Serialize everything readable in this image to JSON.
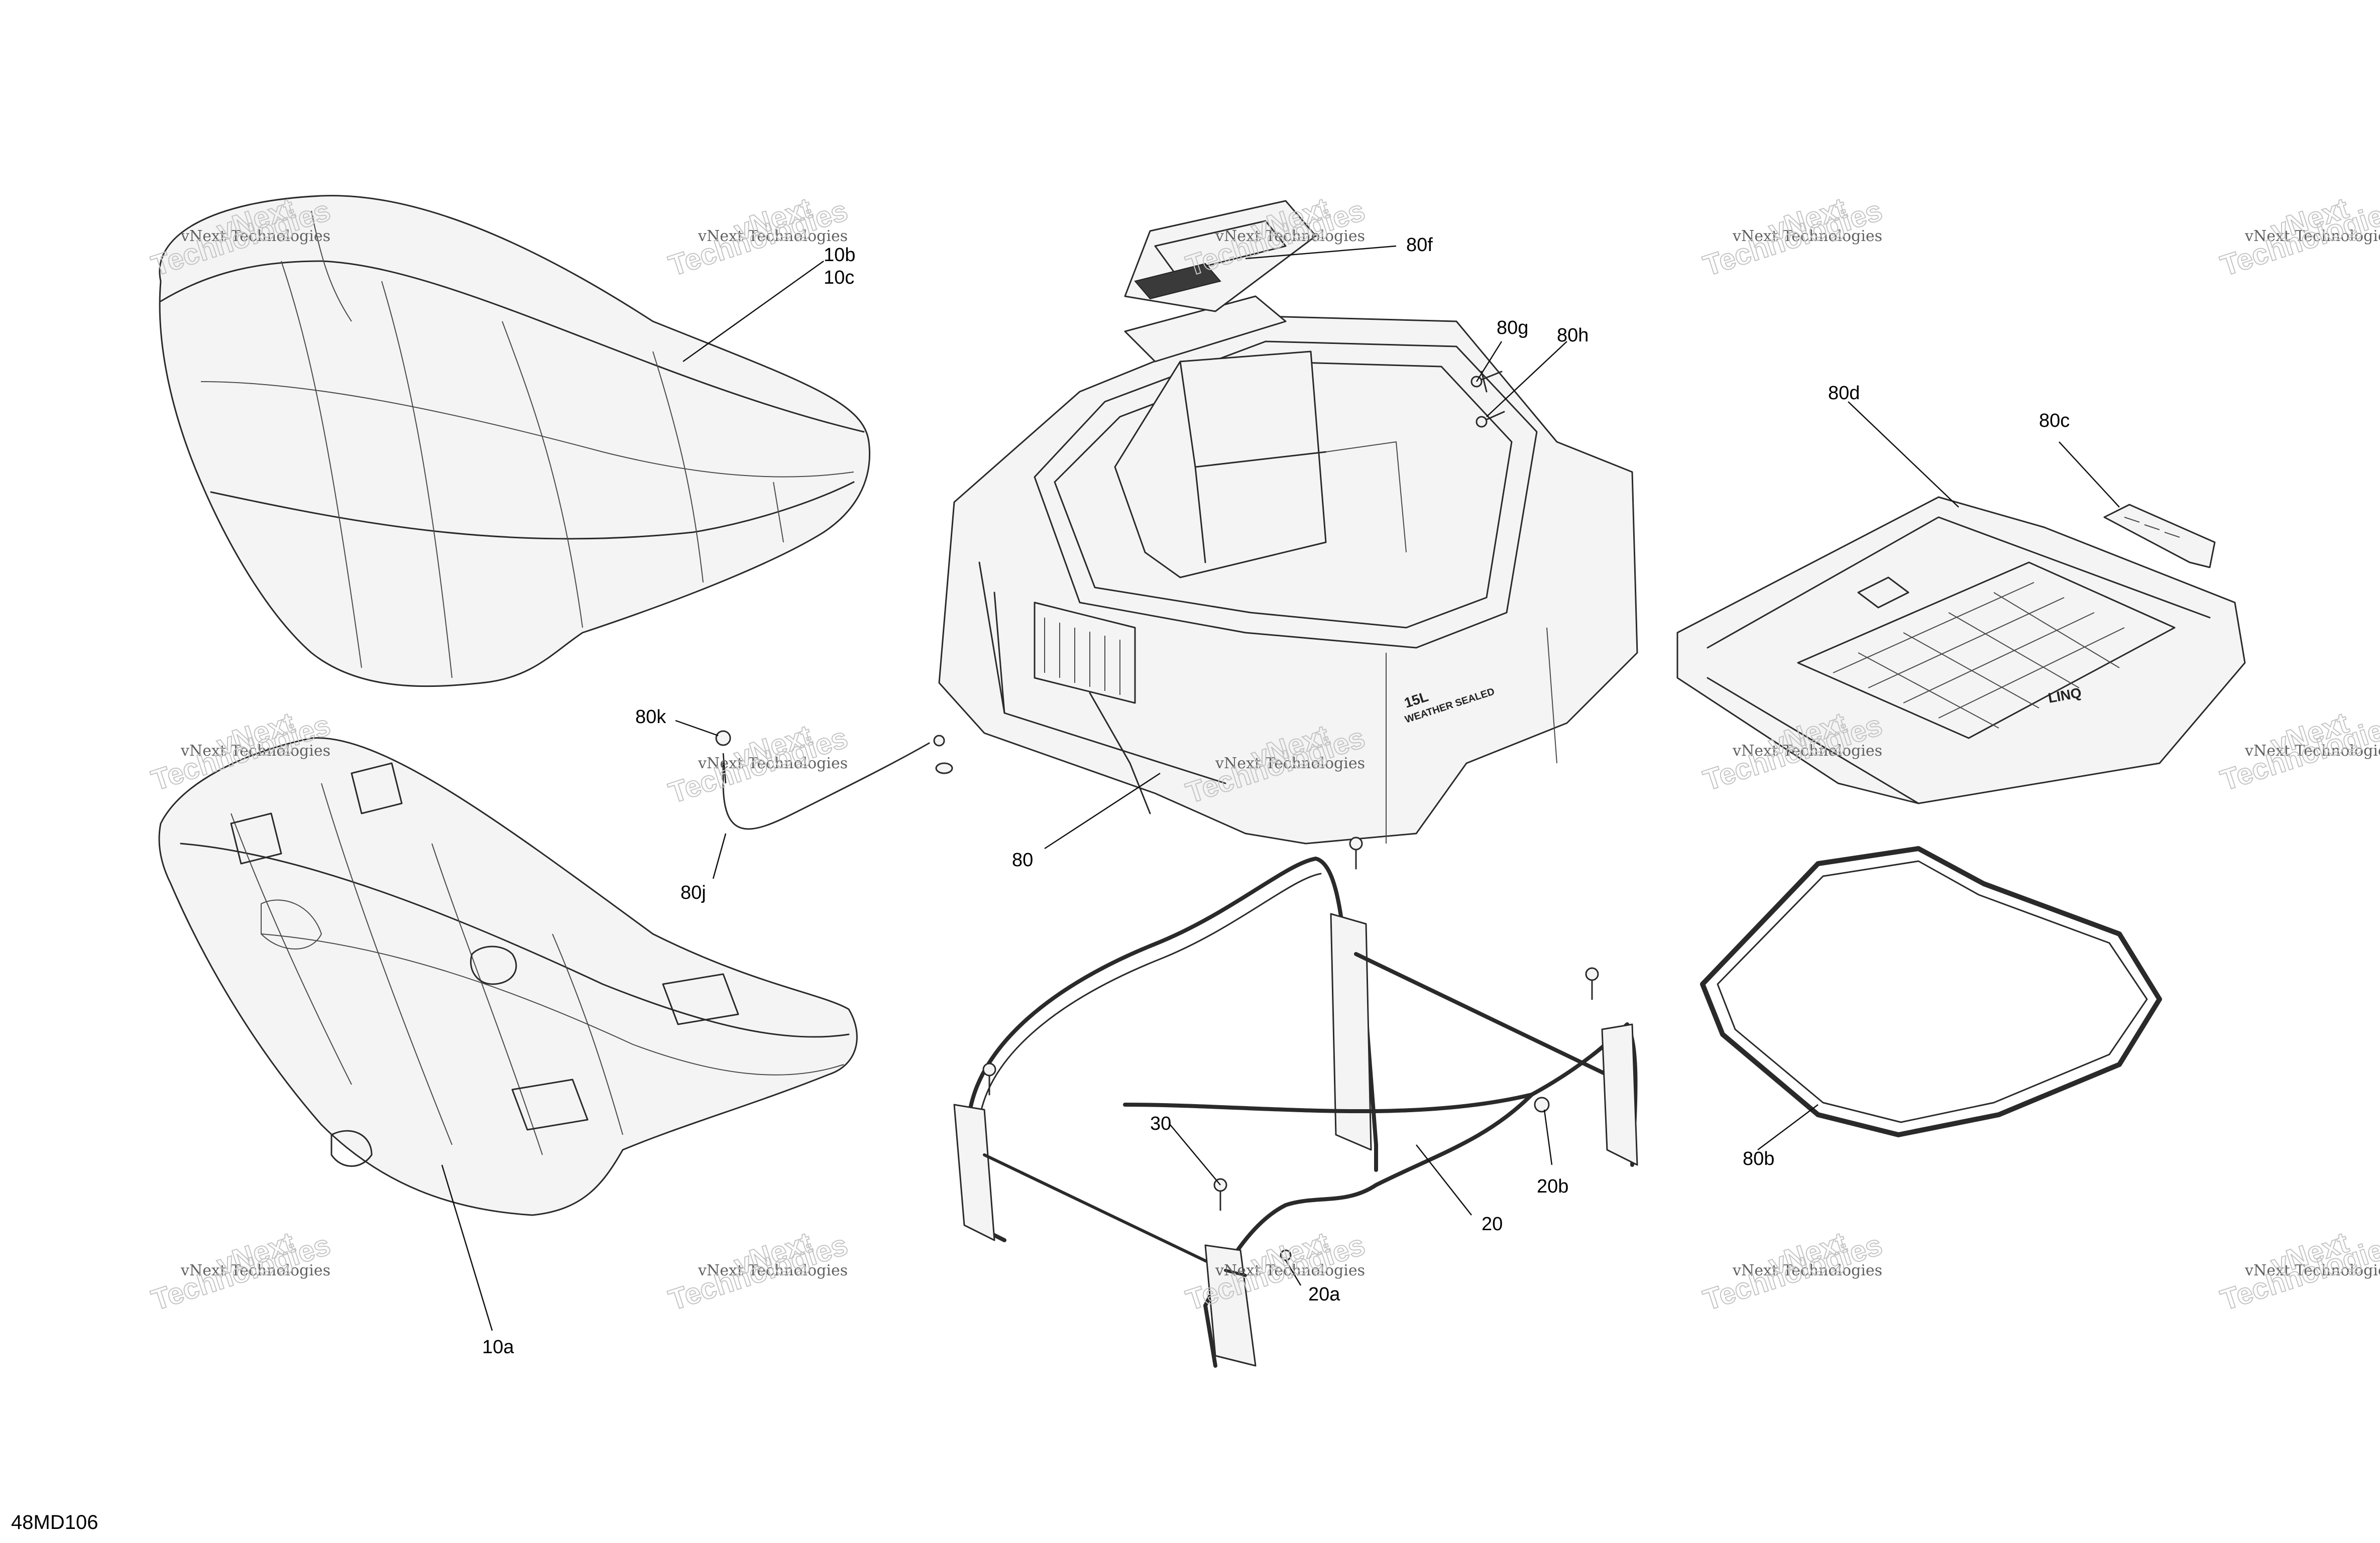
{
  "document_id": "48MD106",
  "watermark": {
    "line1": "vNext Technologies",
    "line2_a": "vNext",
    "line2_b": "Technologies"
  },
  "part_marks": {
    "box_capacity": "15L",
    "box_rating": "WEATHER SEALED",
    "lid_badge": "LINQ"
  },
  "callouts": {
    "c10b": "10b",
    "c10c": "10c",
    "c10a": "10a",
    "c80f": "80f",
    "c80g": "80g",
    "c80h": "80h",
    "c80d": "80d",
    "c80c": "80c",
    "c80k": "80k",
    "c80j": "80j",
    "c80": "80",
    "c30": "30",
    "c20": "20",
    "c20b": "20b",
    "c20a": "20a",
    "c80b": "80b"
  }
}
